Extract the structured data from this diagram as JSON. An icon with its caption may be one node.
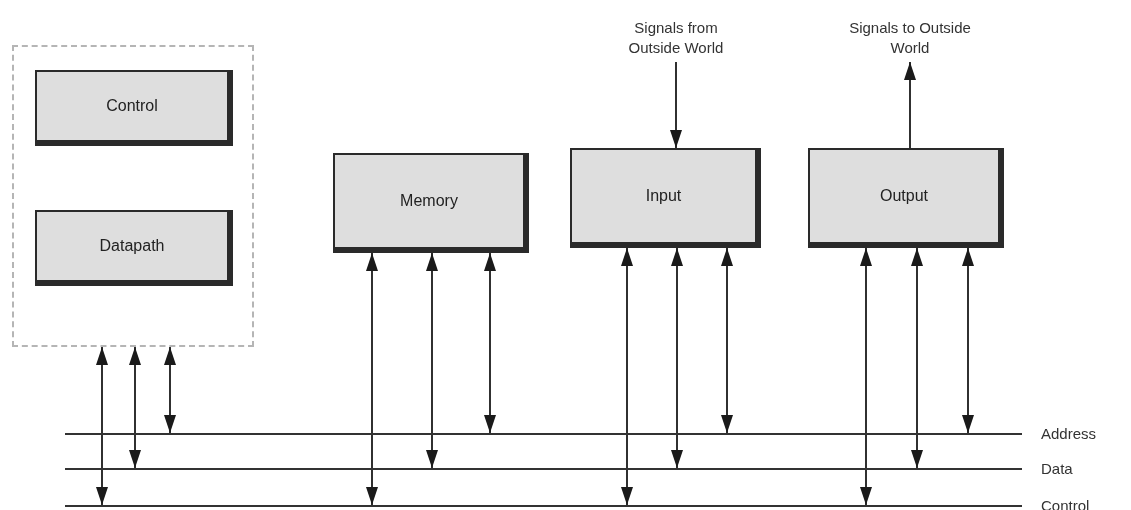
{
  "diagram": {
    "nodes": [
      {
        "text": [],
        "shape": "box"
      },
      {
        "text": [
          "Control"
        ],
        "in": 0
      },
      {
        "text": [
          "Datapath"
        ],
        "in": 0
      },
      {
        "text": [
          "Memory"
        ]
      },
      {
        "text": [
          "Input"
        ]
      },
      {
        "text": [
          "Output"
        ]
      },
      {
        "text": [
          "Signals from Outside World"
        ]
      },
      {
        "text": [
          "Signals to Outside World"
        ]
      },
      {
        "text": [],
        "shape": "bar",
        "beside": [
          "Address"
        ]
      },
      {
        "text": [],
        "shape": "bar",
        "beside": [
          "Data"
        ]
      },
      {
        "text": [],
        "shape": "bar",
        "beside": [
          "Control"
        ]
      }
    ],
    "edges": [
      {
        "from": 0,
        "to": 10,
        "arrow": "both"
      },
      {
        "from": 0,
        "to": 9,
        "arrow": "both"
      },
      {
        "from": 0,
        "to": 8,
        "arrow": "both"
      },
      {
        "from": 3,
        "to": 10,
        "arrow": "both"
      },
      {
        "from": 3,
        "to": 9,
        "arrow": "both"
      },
      {
        "from": 3,
        "to": 8,
        "arrow": "both"
      },
      {
        "from": 4,
        "to": 10,
        "arrow": "both"
      },
      {
        "from": 4,
        "to": 9,
        "arrow": "both"
      },
      {
        "from": 4,
        "to": 8,
        "arrow": "both"
      },
      {
        "from": 5,
        "to": 10,
        "arrow": "both"
      },
      {
        "from": 5,
        "to": 9,
        "arrow": "both"
      },
      {
        "from": 5,
        "to": 8,
        "arrow": "both"
      },
      {
        "from": 6,
        "to": 4,
        "arrow": "to"
      },
      {
        "from": 5,
        "to": 7,
        "arrow": "to"
      }
    ]
  }
}
